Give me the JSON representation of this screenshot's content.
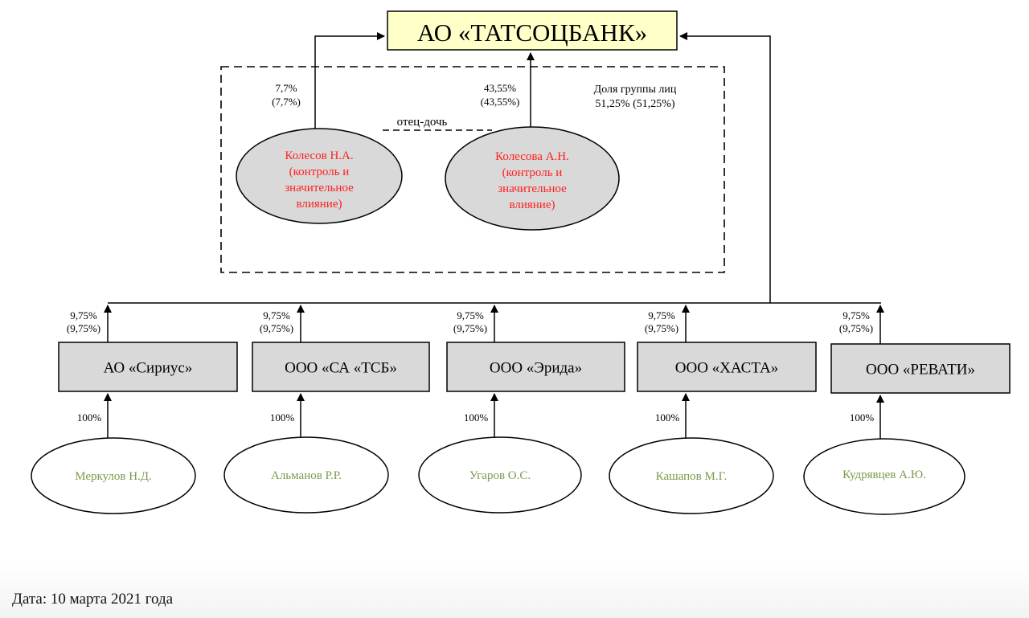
{
  "title": "АО «ТАТСОЦБАНК»",
  "colors": {
    "bank_fill": "#ffffc8",
    "box_fill": "#d9d9d9",
    "owner_fill": "#d9d9d9",
    "owner_text": "#ff2020",
    "person_text": "#7a9a4a",
    "line": "#000000"
  },
  "group": {
    "label_line1": "Доля группы лиц",
    "label_line2": "51,25% (51,25%)",
    "relation": "отец-дочь",
    "owners": [
      {
        "name_lines": [
          "Колесов Н.А.",
          "(контроль и",
          "значительное",
          "влияние)"
        ],
        "share_line1": "7,7%",
        "share_line2": "(7,7%)"
      },
      {
        "name_lines": [
          "Колесова А.Н.",
          "(контроль и",
          "значительное",
          "влияние)"
        ],
        "share_line1": "43,55%",
        "share_line2": "(43,55%)"
      }
    ]
  },
  "companies": [
    {
      "name": "АО «Сириус»",
      "share_line1": "9,75%",
      "share_line2": "(9,75%)",
      "owner": "Меркулов Н.Д.",
      "owner_share": "100%"
    },
    {
      "name": "ООО «СА «ТСБ»",
      "share_line1": "9,75%",
      "share_line2": "(9,75%)",
      "owner": "Альманов Р.Р.",
      "owner_share": "100%"
    },
    {
      "name": "ООО «Эрида»",
      "share_line1": "9,75%",
      "share_line2": "(9,75%)",
      "owner": "Угаров О.С.",
      "owner_share": "100%"
    },
    {
      "name": "ООО «ХАСТА»",
      "share_line1": "9,75%",
      "share_line2": "(9,75%)",
      "owner": "Кашапов М.Г.",
      "owner_share": "100%"
    },
    {
      "name": "ООО «РЕВАТИ»",
      "share_line1": "9,75%",
      "share_line2": "(9,75%)",
      "owner": "Кудрявцев А.Ю.",
      "owner_share": "100%"
    }
  ],
  "footer": {
    "date": "Дата: 10 марта 2021 года"
  }
}
